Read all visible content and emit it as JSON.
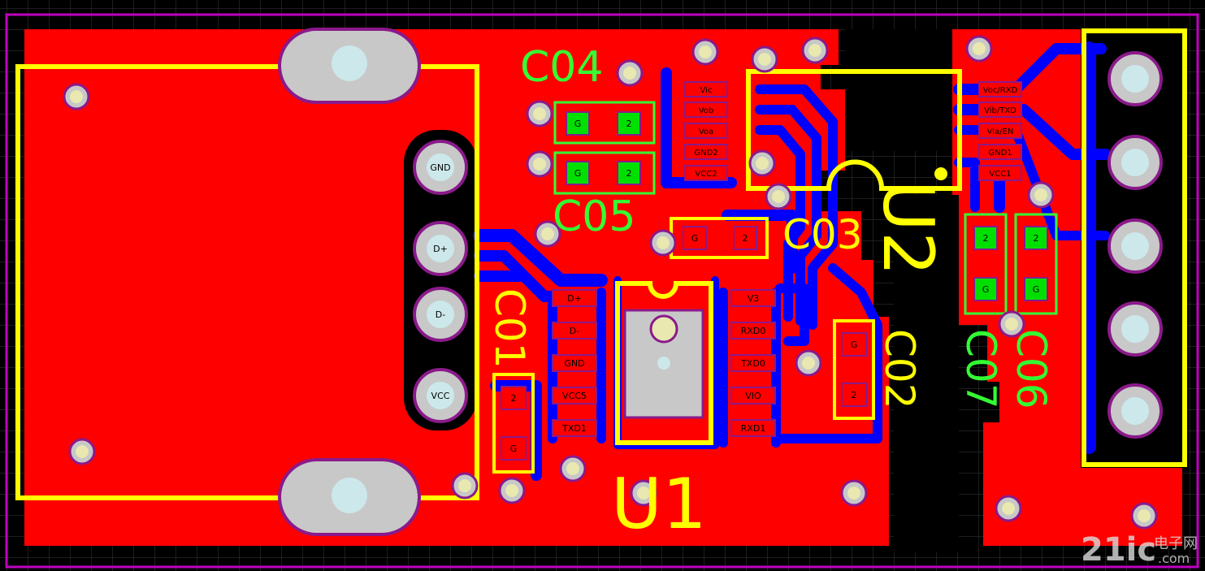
{
  "colors": {
    "background": "#000000",
    "grid": "#3a3a3a",
    "board_outline": "#c000c0",
    "copper_top": "#ff0000",
    "copper_bottom": "#0000ff",
    "silk_top": "#ffff00",
    "silk_green": "#33ff33",
    "pad_fill": "#c8c8c8",
    "pad_hole": "#cce8ea",
    "via_ring": "#e8e8b0",
    "pad_rim": "#8a1a8a",
    "smd_green": "#00e000",
    "pad_label": "#ffffff"
  },
  "designators": {
    "u1": "U1",
    "u2": "U2",
    "c01": "C01",
    "c02": "C02",
    "c03": "C03",
    "c04": "C04",
    "c05": "C05",
    "c06": "C06",
    "c07": "C07"
  },
  "usb_pads": [
    "GND",
    "D+",
    "D-",
    "VCC"
  ],
  "u1_left_pads": [
    "D+",
    "D-",
    "GND",
    "VCC5",
    "TXD1"
  ],
  "u1_right_pads": [
    "V3",
    "RXD0",
    "TXD0",
    "VIO",
    "RXD1"
  ],
  "u2_left_pads": [
    "Vic",
    "Vob",
    "Voa",
    "GND2",
    "VCC2"
  ],
  "u2_right_pads": [
    "Voc/RXD",
    "Vib/TXD",
    "Via/EN",
    "GND1",
    "VCC1"
  ],
  "cap_pads": {
    "g": "G",
    "two": "2"
  },
  "watermark": {
    "logo": "21ic",
    "cn": "电子网",
    "domain": ".com"
  }
}
